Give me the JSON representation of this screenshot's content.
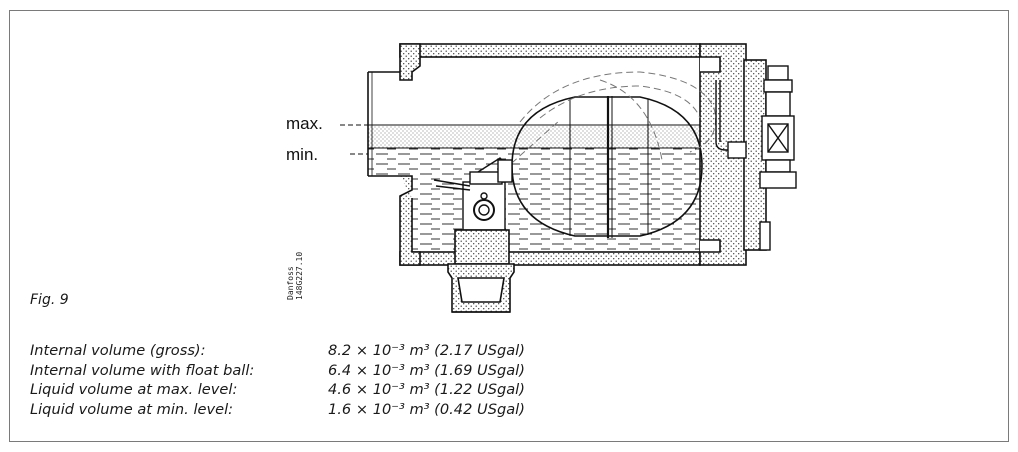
{
  "figure": {
    "caption": "Fig. 9",
    "level_max": "max.",
    "level_min": "min.",
    "drawing_code_line1": "Danfoss",
    "drawing_code_line2": "148G227.10"
  },
  "specs": [
    {
      "label": "Internal volume (gross):",
      "value": "8.2 × 10⁻³ m³ (2.17 USgal)"
    },
    {
      "label": "Internal volume with float ball:",
      "value": "6.4 × 10⁻³ m³ (1.69 USgal)"
    },
    {
      "label": "Liquid volume at max. level:",
      "value": "4.6 × 10⁻³ m³ (1.22 USgal)"
    },
    {
      "label": "Liquid volume at min. level:",
      "value": "1.6 × 10⁻³ m³ (0.42 USgal)"
    }
  ]
}
